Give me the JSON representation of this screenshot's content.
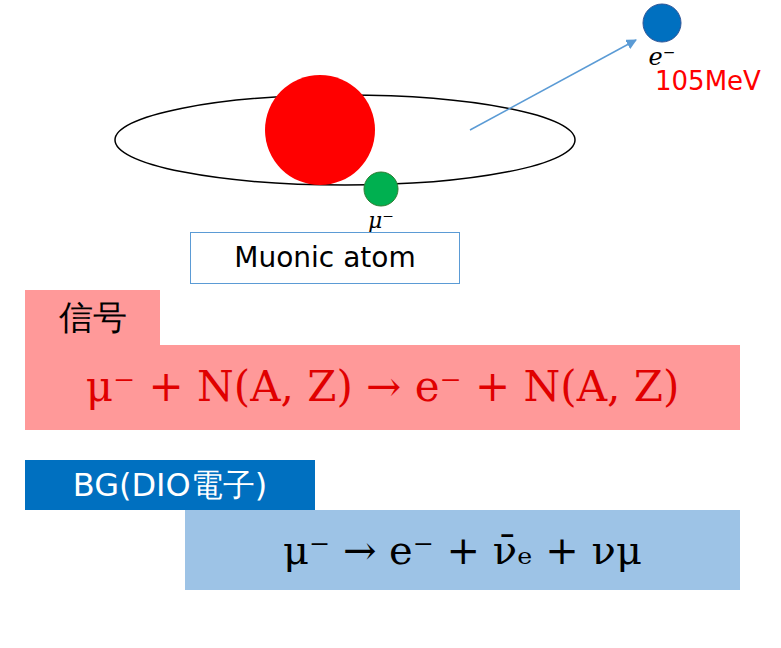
{
  "diagram": {
    "nodes": [
      {
        "text": [
          "e⁻"
        ]
      },
      {
        "text": [
          "μ⁻"
        ]
      },
      {
        "text": [
          "Muonic atom"
        ]
      },
      {
        "text": [
          "信号"
        ]
      },
      {
        "text": [
          "μ⁻ + N(A, Z) → e⁻ + N(A, Z)"
        ]
      },
      {
        "text": [
          "BG(DIO電子)"
        ]
      },
      {
        "text": [
          "μ⁻ → e⁻ + ν̄ₑ + νμ"
        ]
      }
    ],
    "labels": [
      "105MeV"
    ]
  }
}
